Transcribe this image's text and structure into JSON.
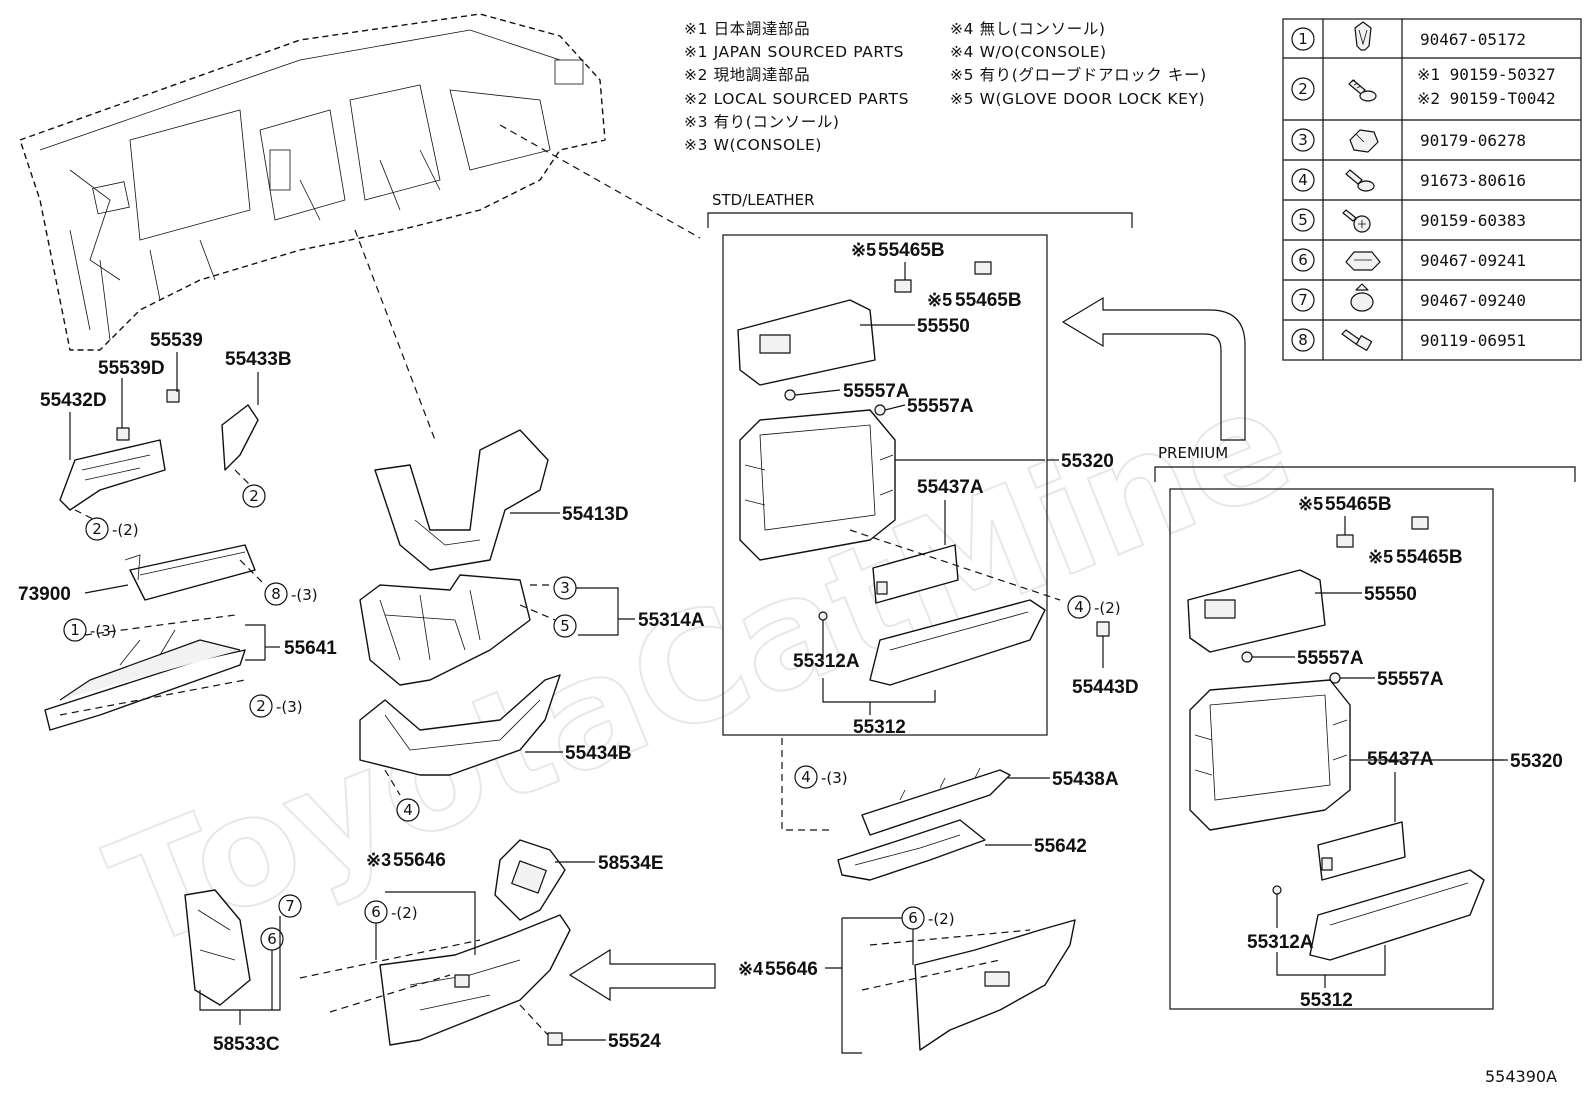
{
  "watermark": "ToyotaCatMine",
  "diagram_code": "554390A",
  "notes": [
    "※1 日本調達部品",
    "※1 JAPAN SOURCED PARTS",
    "※2 現地調達部品",
    "※2 LOCAL SOURCED PARTS",
    "※3 有り(コンソール)",
    "※3 W(CONSOLE)",
    "※4 無し(コンソール)",
    "※4 W/O(CONSOLE)",
    "※5 有り(グローブドアロック キー)",
    "※5 W(GLOVE DOOR LOCK KEY)"
  ],
  "fastener_table": [
    {
      "ref": "1",
      "icon": "clip-icon",
      "part_no": "90467-05172"
    },
    {
      "ref": "2",
      "icon": "screw-icon",
      "part_no": "※1 90159-50327",
      "part_no_2": "※2 90159-T0042"
    },
    {
      "ref": "3",
      "icon": "nut-icon",
      "part_no": "90179-06278"
    },
    {
      "ref": "4",
      "icon": "screw-icon",
      "part_no": "91673-80616"
    },
    {
      "ref": "5",
      "icon": "screw-icon",
      "part_no": "90159-60383"
    },
    {
      "ref": "6",
      "icon": "clip-icon",
      "part_no": "90467-09241"
    },
    {
      "ref": "7",
      "icon": "clip-icon",
      "part_no": "90467-09240"
    },
    {
      "ref": "8",
      "icon": "bolt-icon",
      "part_no": "90119-06951"
    }
  ],
  "groups": {
    "std_leather": "STD/LEATHER",
    "premium": "PREMIUM"
  },
  "part_labels": {
    "p55539": "55539",
    "p55539D": "55539D",
    "p55432D": "55432D",
    "p55433B": "55433B",
    "p73900": "73900",
    "p55641": "55641",
    "p55413D": "55413D",
    "p55314A": "55314A",
    "p55434B": "55434B",
    "p55646_w": "55646",
    "p58534E": "58534E",
    "p58533C": "58533C",
    "p55524": "55524",
    "p55646_wo": "55646",
    "p55438A": "55438A",
    "p55642": "55642",
    "p55443D": "55443D",
    "std_55465B_a": "55465B",
    "std_55465B_b": "55465B",
    "std_55550": "55550",
    "std_55557A_a": "55557A",
    "std_55557A_b": "55557A",
    "std_55320": "55320",
    "std_55437A": "55437A",
    "std_55312A": "55312A",
    "std_55312": "55312",
    "pr_55465B_a": "55465B",
    "pr_55465B_b": "55465B",
    "pr_55550": "55550",
    "pr_55557A_a": "55557A",
    "pr_55557A_b": "55557A",
    "pr_55320": "55320",
    "pr_55437A": "55437A",
    "pr_55312A": "55312A",
    "pr_55312": "55312"
  },
  "callouts": {
    "c2_a": "2",
    "q2_a": "-(2)",
    "c2_b": "2",
    "c8": "8",
    "q8": "-(3)",
    "c1": "1",
    "q1": "-(3)",
    "c2_c": "2",
    "q2_c": "-(3)",
    "c3": "3",
    "c5": "5",
    "c4_a": "4",
    "c4_b": "4",
    "q4_b": "-(2)",
    "c4_c": "4",
    "q4_c": "-(3)",
    "c6_a": "6",
    "q6_a": "-(2)",
    "c6_b": "6",
    "c7": "7",
    "c6_c": "6",
    "q6_c": "-(2)"
  },
  "marks": {
    "m5_std_a": "※5",
    "m5_std_b": "※5",
    "m5_pr_a": "※5",
    "m5_pr_b": "※5",
    "m3": "※3",
    "m4": "※4"
  }
}
